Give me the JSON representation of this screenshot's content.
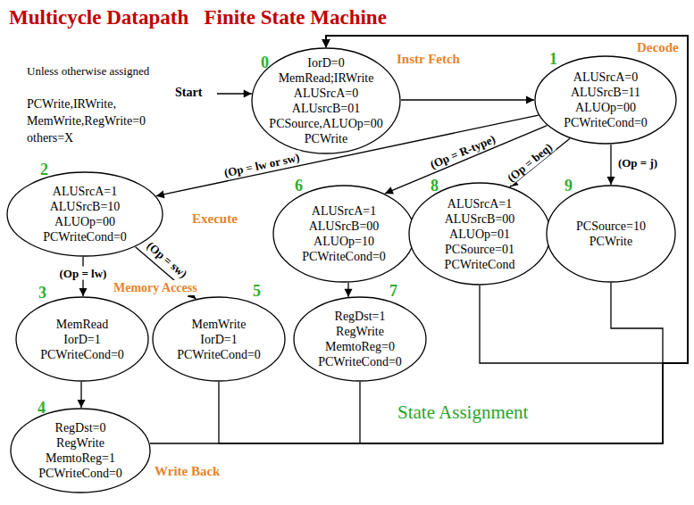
{
  "diagram": {
    "title": "Multicycle Datapath   Finite State Machine",
    "nodes": [
      {
        "text": [
          "IorD=0",
          "MemRead;IRWrite",
          "ALUSrcA=0",
          "ALUsrcB=01",
          "PCSource,ALUOp=00",
          "PCWrite"
        ]
      },
      {
        "text": [
          "ALUSrcA=0",
          "ALUSrcB=11",
          "ALUOp=00",
          "PCWriteCond=0"
        ]
      },
      {
        "text": [
          "ALUSrcA=1",
          "ALUSrcB=10",
          "ALUOp=00",
          "PCWriteCond=0"
        ]
      },
      {
        "text": [
          "ALUSrcA=1",
          "ALUSrcB=00",
          "ALUOp=10",
          "PCWriteCond=0"
        ]
      },
      {
        "text": [
          "ALUSrcA=1",
          "ALUSrcB=00",
          "ALUOp=01",
          "PCSource=01",
          "PCWriteCond"
        ]
      },
      {
        "text": [
          "PCSource=10",
          "PCWrite"
        ]
      },
      {
        "text": [
          "MemRead",
          "IorD=1",
          "PCWriteCond=0"
        ]
      },
      {
        "text": [
          "MemWrite",
          "IorD=1",
          "PCWriteCond=0"
        ]
      },
      {
        "text": [
          "RegDst=1",
          "RegWrite",
          "MemtoReg=0",
          "PCWriteCond=0"
        ]
      },
      {
        "text": [
          "RegDst=0",
          "RegWrite",
          "MemtoReg=1",
          "PCWriteCond=0"
        ]
      }
    ],
    "edges": [
      {
        "from": 0,
        "to": 1,
        "arrow": "to"
      },
      {
        "from": 1,
        "to": 2,
        "label": "(Op = lw or sw)",
        "arrow": "to"
      },
      {
        "from": 1,
        "to": 3,
        "label": "(Op = R-type)",
        "arrow": "to"
      },
      {
        "from": 1,
        "to": 4,
        "label": "(Op = beq)",
        "arrow": "to"
      },
      {
        "from": 1,
        "to": 5,
        "label": "(Op = j)",
        "arrow": "to"
      },
      {
        "from": 2,
        "to": 6,
        "label": "(Op = lw)",
        "arrow": "to"
      },
      {
        "from": 2,
        "to": 7,
        "label": "(Op = sw)",
        "arrow": "to"
      },
      {
        "from": 6,
        "to": 9,
        "arrow": "to"
      },
      {
        "from": 3,
        "to": 8,
        "arrow": "to"
      },
      {
        "from": 9,
        "to": 0,
        "arrow": "to"
      },
      {
        "from": 7,
        "to": 0,
        "arrow": "to"
      },
      {
        "from": 8,
        "to": 0,
        "arrow": "to"
      },
      {
        "from": 4,
        "to": 0,
        "arrow": "to"
      },
      {
        "from": 5,
        "to": 0,
        "arrow": "to"
      }
    ],
    "labels": [
      "Unless otherwise assigned",
      "PCWrite,IRWrite, MemWrite,RegWrite=0 others=X",
      "Start",
      "0",
      "1",
      "2",
      "3",
      "4",
      "5",
      "6",
      "7",
      "8",
      "9",
      "Instr Fetch",
      "Decode",
      "Execute",
      "Memory Access",
      "Write Back",
      "State Assignment"
    ]
  }
}
